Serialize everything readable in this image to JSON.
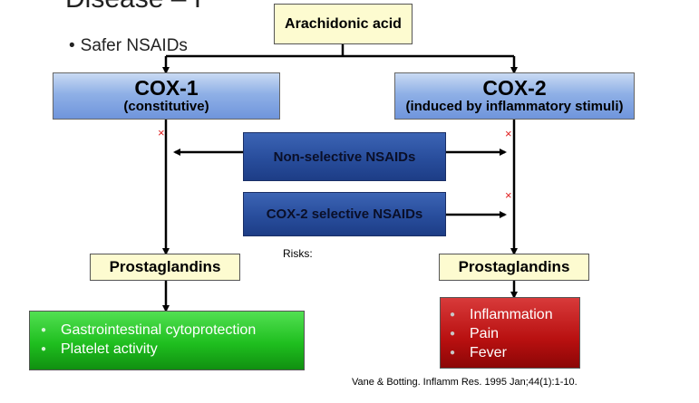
{
  "slide": {
    "title": "Disease – I",
    "bullet": "Safer NSAIDs"
  },
  "diagram": {
    "root": "Arachidonic acid",
    "cox1": {
      "title": "COX-1",
      "subtitle": "(constitutive)"
    },
    "cox2": {
      "title": "COX-2",
      "subtitle": "(induced by inflammatory stimuli)"
    },
    "nonselective": "Non-selective NSAIDs",
    "cox2_selective": "COX-2 selective NSAIDs",
    "risks_label": "Risks:",
    "prostaglandins_left": "Prostaglandins",
    "prostaglandins_right": "Prostaglandins",
    "left_effects": [
      "Gastrointestinal cytoprotection",
      "Platelet activity"
    ],
    "right_effects": [
      "Inflammation",
      "Pain",
      "Fever"
    ],
    "inhibition_mark": "×"
  },
  "citation": "Vane & Botting. Inflamm Res. 1995 Jan;44(1):1-10.",
  "colors": {
    "yellow_box": "#fdfbd0",
    "cox_box": "#8fb0e6",
    "nsaid_box": "#284d9c",
    "green_box": "#1fbf1f",
    "red_box": "#b81010",
    "inhibition_mark": "#e02020"
  }
}
